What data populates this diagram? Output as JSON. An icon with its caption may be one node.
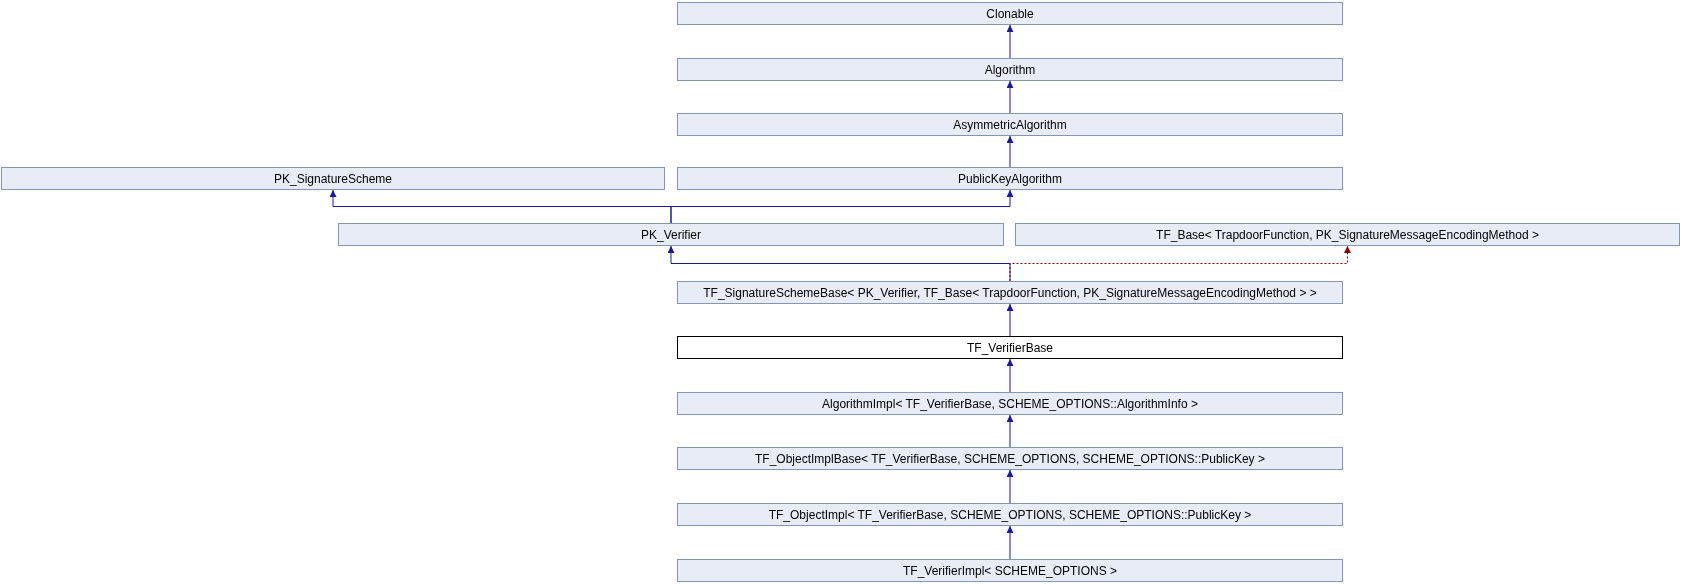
{
  "diagram": {
    "nodes": [
      {
        "text": [
          "Clonable"
        ]
      },
      {
        "text": [
          "Algorithm"
        ]
      },
      {
        "text": [
          "AsymmetricAlgorithm"
        ]
      },
      {
        "text": [
          "PK_SignatureScheme"
        ]
      },
      {
        "text": [
          "PublicKeyAlgorithm"
        ]
      },
      {
        "text": [
          "PK_Verifier"
        ]
      },
      {
        "text": [
          "TF_Base< TrapdoorFunction, PK_SignatureMessageEncodingMethod >"
        ]
      },
      {
        "text": [
          "TF_SignatureSchemeBase< PK_Verifier, TF_Base< TrapdoorFunction, PK_SignatureMessageEncodingMethod > >"
        ]
      },
      {
        "text": [
          "TF_VerifierBase"
        ]
      },
      {
        "text": [
          "AlgorithmImpl< TF_VerifierBase, SCHEME_OPTIONS::AlgorithmInfo >"
        ]
      },
      {
        "text": [
          "TF_ObjectImplBase< TF_VerifierBase, SCHEME_OPTIONS, SCHEME_OPTIONS::PublicKey >"
        ]
      },
      {
        "text": [
          "TF_ObjectImpl< TF_VerifierBase, SCHEME_OPTIONS, SCHEME_OPTIONS::PublicKey >"
        ]
      },
      {
        "text": [
          "TF_VerifierImpl< SCHEME_OPTIONS >"
        ]
      }
    ],
    "edges": [
      {
        "from": 1,
        "to": 0,
        "arrow": "to"
      },
      {
        "from": 2,
        "to": 1,
        "arrow": "to"
      },
      {
        "from": 4,
        "to": 2,
        "arrow": "to"
      },
      {
        "from": 5,
        "to": 3,
        "arrow": "to"
      },
      {
        "from": 5,
        "to": 4,
        "arrow": "to"
      },
      {
        "from": 7,
        "to": 5,
        "arrow": "to"
      },
      {
        "from": 7,
        "to": 6,
        "arrow": "to",
        "style": "dashed",
        "color": "#8b0000"
      },
      {
        "from": 8,
        "to": 7,
        "arrow": "to"
      },
      {
        "from": 9,
        "to": 8,
        "arrow": "to"
      },
      {
        "from": 10,
        "to": 9,
        "arrow": "to"
      },
      {
        "from": 11,
        "to": 10,
        "arrow": "to"
      },
      {
        "from": 12,
        "to": 11,
        "arrow": "to"
      }
    ]
  }
}
